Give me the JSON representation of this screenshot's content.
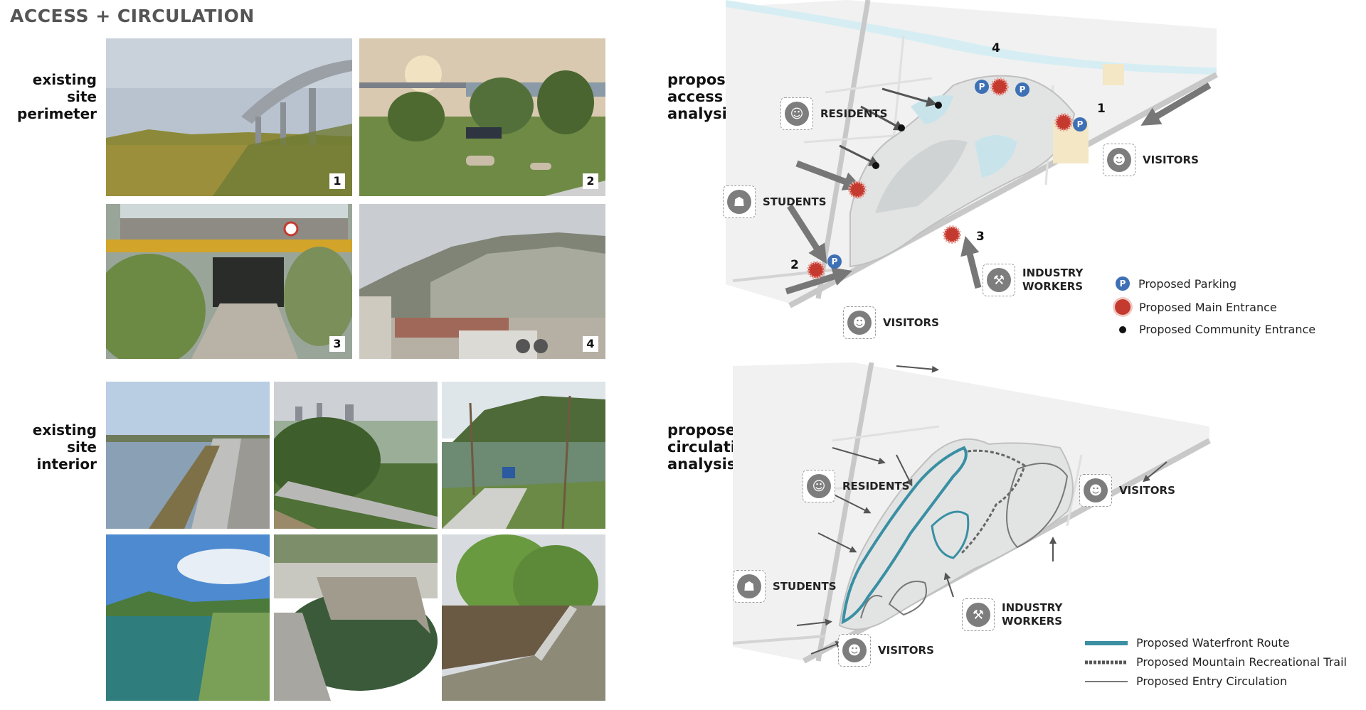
{
  "title": "ACCESS + CIRCULATION",
  "sections": {
    "perimeter_line1": "existing site",
    "perimeter_line2": "perimeter",
    "interior_line1": "existing site",
    "interior_line2": "interior"
  },
  "perimeter_badges": [
    "1",
    "2",
    "3",
    "4"
  ],
  "access_map": {
    "title_lines": [
      "proposed",
      "access",
      "analysis"
    ],
    "personas": {
      "residents": "RESIDENTS",
      "students": "STUDENTS",
      "visitors_east": "VISITORS",
      "visitors_south": "VISITORS",
      "industry_line1": "INDUSTRY",
      "industry_line2": "WORKERS"
    },
    "numbers": [
      "1",
      "2",
      "3",
      "4"
    ],
    "parking_symbol": "P",
    "legend": {
      "parking": "Proposed Parking",
      "main_entrance": "Proposed Main Entrance",
      "community_entrance": "Proposed Community Entrance"
    }
  },
  "circulation_map": {
    "title_lines": [
      "proposed",
      "circulation",
      "analysis"
    ],
    "personas": {
      "residents": "RESIDENTS",
      "students": "STUDENTS",
      "visitors_east": "VISITORS",
      "visitors_south": "VISITORS",
      "industry_line1": "INDUSTRY",
      "industry_line2": "WORKERS"
    },
    "legend": {
      "waterfront": "Proposed Waterfront Route",
      "mountain_trail": "Proposed Mountain Recreational Trail",
      "entry": "Proposed Entry Circulation"
    }
  },
  "colors": {
    "parking": "#3e70b5",
    "main_entrance": "#c53a2f",
    "waterfront": "#3a8fa3",
    "water": "#d6eef3"
  },
  "icons": {
    "residents": "family-icon",
    "students": "graduate-icon",
    "visitors": "group-icon",
    "industry": "worker-icon"
  }
}
